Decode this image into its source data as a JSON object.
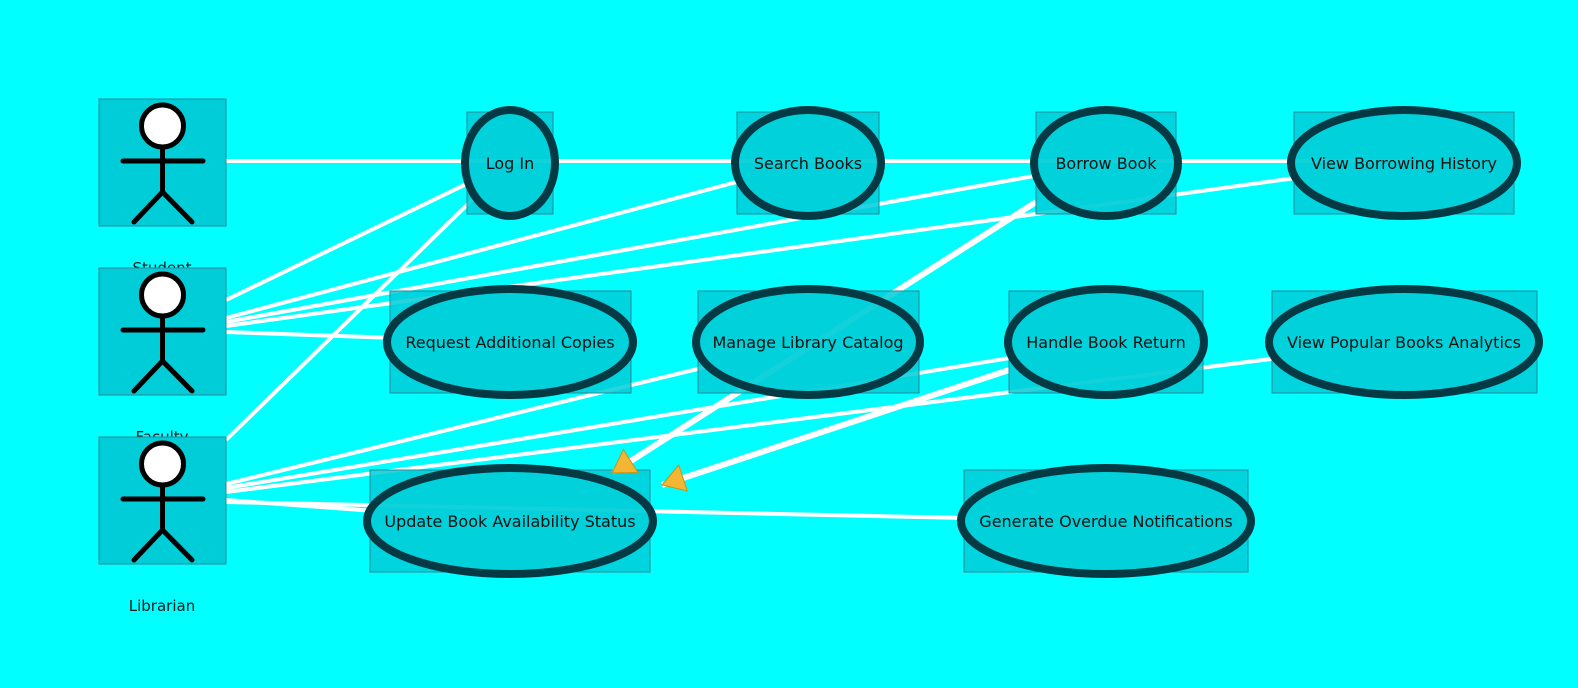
{
  "colors": {
    "background": "#00ffff",
    "box_fill": "#00cdd8",
    "box_stroke": "#2a8a96",
    "ellipse_stroke": "#053a44",
    "connector": "#ffffff",
    "arrowhead": "#f2b632",
    "actor_stroke": "#000000",
    "actor_head_fill": "#ffffff"
  },
  "actors": [
    {
      "id": "student",
      "label": "Student",
      "icon": "stick-figure-icon"
    },
    {
      "id": "faculty",
      "label": "Faculty",
      "icon": "stick-figure-icon"
    },
    {
      "id": "librarian",
      "label": "Librarian",
      "icon": "stick-figure-icon"
    }
  ],
  "use_cases": [
    {
      "id": "log_in",
      "label": "Log In"
    },
    {
      "id": "search_books",
      "label": "Search Books"
    },
    {
      "id": "borrow_book",
      "label": "Borrow Book"
    },
    {
      "id": "view_borrowing_history",
      "label": "View Borrowing History"
    },
    {
      "id": "request_additional_copies",
      "label": "Request Additional Copies"
    },
    {
      "id": "manage_library_catalog",
      "label": "Manage Library Catalog"
    },
    {
      "id": "handle_book_return",
      "label": "Handle Book Return"
    },
    {
      "id": "view_popular_books_analytics",
      "label": "View Popular Books Analytics"
    },
    {
      "id": "update_book_availability_status",
      "label": "Update Book Availability Status"
    },
    {
      "id": "generate_overdue_notifications",
      "label": "Generate Overdue Notifications"
    }
  ],
  "associations": [
    {
      "from": "student",
      "to": "log_in"
    },
    {
      "from": "faculty",
      "to": "log_in"
    },
    {
      "from": "faculty",
      "to": "search_books"
    },
    {
      "from": "faculty",
      "to": "borrow_book"
    },
    {
      "from": "faculty",
      "to": "view_borrowing_history"
    },
    {
      "from": "faculty",
      "to": "request_additional_copies"
    },
    {
      "from": "librarian",
      "to": "log_in"
    },
    {
      "from": "librarian",
      "to": "manage_library_catalog"
    },
    {
      "from": "librarian",
      "to": "handle_book_return"
    },
    {
      "from": "librarian",
      "to": "view_popular_books_analytics"
    },
    {
      "from": "librarian",
      "to": "update_book_availability_status"
    },
    {
      "from": "librarian",
      "to": "generate_overdue_notifications"
    }
  ],
  "chain_links": [
    {
      "from": "log_in",
      "to": "search_books"
    },
    {
      "from": "search_books",
      "to": "borrow_book"
    },
    {
      "from": "borrow_book",
      "to": "view_borrowing_history"
    }
  ],
  "include_relations": [
    {
      "from": "borrow_book",
      "to": "update_book_availability_status"
    },
    {
      "from": "handle_book_return",
      "to": "update_book_availability_status"
    }
  ]
}
